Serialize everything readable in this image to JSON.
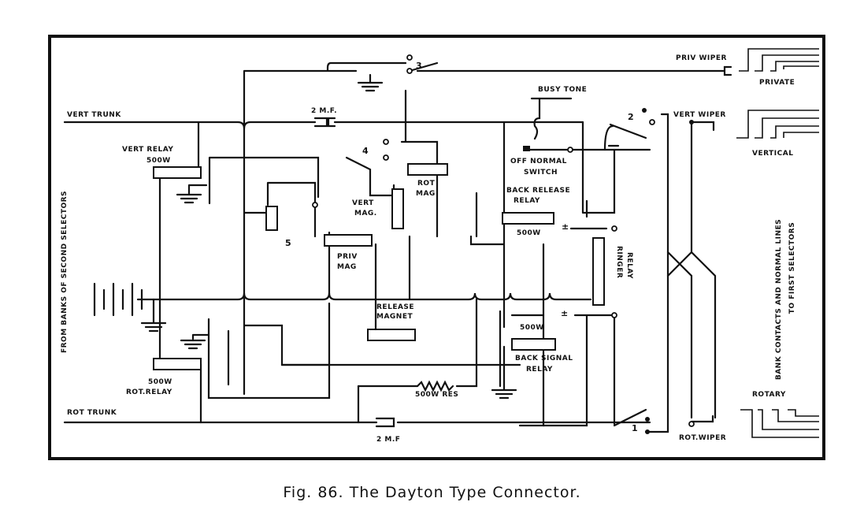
{
  "caption": "Fig. 86.  The Dayton Type Connector.",
  "labels": {
    "vert_trunk": "VERT TRUNK",
    "rot_trunk": "ROT TRUNK",
    "vert_relay": "VERT RELAY",
    "vert_relay_res": "500W",
    "rot_relay": "ROT.RELAY",
    "rot_relay_res": "500W",
    "cap_top": "2 M.F.",
    "cap_bottom": "2 M.F",
    "resistor": "500W RES",
    "busy_tone": "BUSY TONE",
    "off_normal": "OFF NORMAL",
    "switch": "SWITCH",
    "back_release": "BACK RELEASE",
    "back_release_relay": "RELAY",
    "back_release_res": "500W",
    "priv_wiper": "PRIV WIPER",
    "private": "PRIVATE",
    "vert_wiper": "VERT WIPER",
    "vertical": "VERTICAL",
    "rot_wiper": "ROT.WIPER",
    "rotary": "ROTARY",
    "rot_mag_1": "ROT",
    "rot_mag_2": "MAG",
    "vert_mag_1": "VERT",
    "vert_mag_2": "MAG.",
    "priv_mag_1": "PRIV",
    "priv_mag_2": "MAG",
    "release_magnet_1": "RELEASE",
    "release_magnet_2": "MAGNET",
    "back_signal_res": "500W",
    "back_signal": "BACK SIGNAL",
    "back_signal_relay": "RELAY",
    "ringer_1": "RINGER",
    "ringer_2": "RELAY",
    "left_side": "FROM BANKS OF SECOND SELECTORS",
    "right_side_1": "BANK CONTACTS AND NORMAL LINES",
    "right_side_2": "TO FIRST SELECTORS",
    "plus_minus_1": "±",
    "plus_minus_2": "±"
  },
  "switch_numbers": [
    "1",
    "2",
    "3",
    "4",
    "5"
  ]
}
